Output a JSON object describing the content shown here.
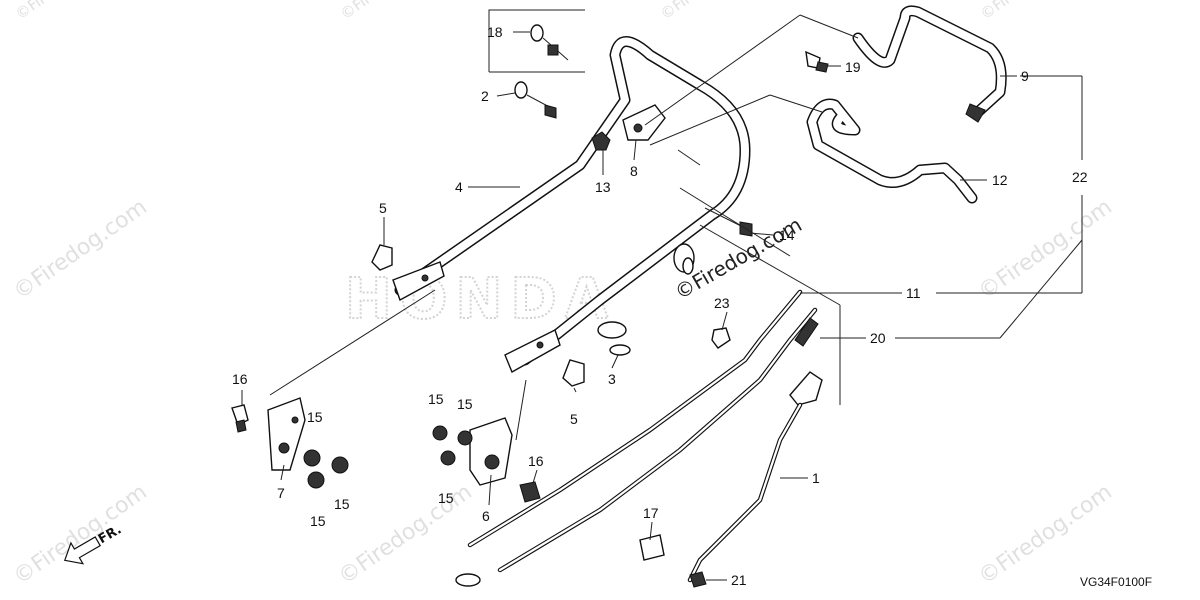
{
  "watermark": {
    "symbol": "©",
    "text": "Firedog.com",
    "domain": "firedog.com",
    "brand": "HONDA"
  },
  "direction_indicator": {
    "label": "FR."
  },
  "diagram_code": "VG34F0100F",
  "callouts": {
    "p1": "1",
    "p2": "2",
    "p3": "3",
    "p4": "4",
    "p5a": "5",
    "p5b": "5",
    "p6": "6",
    "p7": "7",
    "p8": "8",
    "p9": "9",
    "p11": "11",
    "p12": "12",
    "p13": "13",
    "p14": "14",
    "p15a": "15",
    "p15b": "15",
    "p15c": "15",
    "p15d": "15",
    "p15e": "15",
    "p15f": "15",
    "p16a": "16",
    "p16b": "16",
    "p17": "17",
    "p18": "18",
    "p19": "19",
    "p20": "20",
    "p21": "21",
    "p22": "22",
    "p23": "23"
  }
}
